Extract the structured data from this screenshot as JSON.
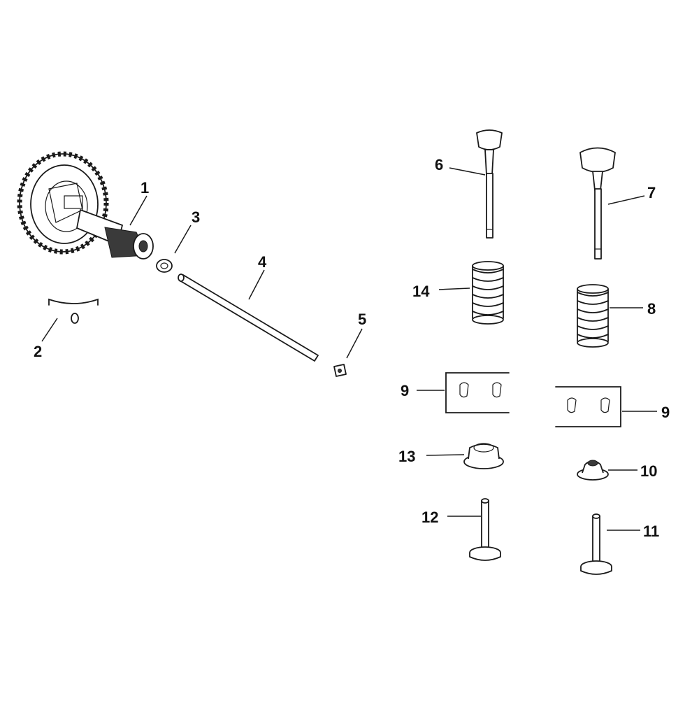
{
  "diagram": {
    "callouts": {
      "c1": "1",
      "c2": "2",
      "c3": "3",
      "c4": "4",
      "c5": "5",
      "c6": "6",
      "c7": "7",
      "c8": "8",
      "c9a": "9",
      "c9b": "9",
      "c10": "10",
      "c11": "11",
      "c12": "12",
      "c13": "13",
      "c14": "14"
    }
  }
}
